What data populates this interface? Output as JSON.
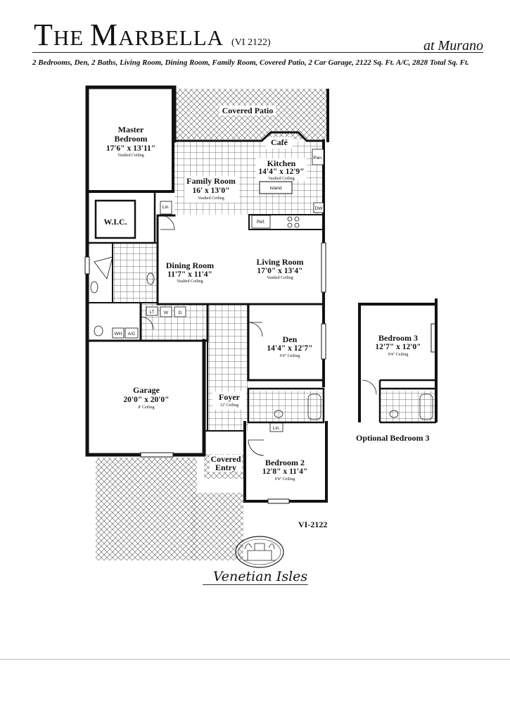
{
  "header": {
    "title_a": "T",
    "title_b": "HE ",
    "title_c": "M",
    "title_d": "ARBELLA",
    "model": "(VI 2122)",
    "community": "at Murano",
    "summary": "2 Bedrooms, Den, 2 Baths, Living Room, Dining Room, Family Room, Covered Patio, 2 Car Garage, 2122 Sq. Ft. A/C, 2828 Total Sq. Ft."
  },
  "rooms": {
    "patio": {
      "name": "Covered Patio"
    },
    "master": {
      "name1": "Master",
      "name2": "Bedroom",
      "dim": "17'6\" x 13'11\"",
      "ceiling": "Vaulted Ceiling"
    },
    "cafe": {
      "name": "Café"
    },
    "kitchen": {
      "name": "Kitchen",
      "dim": "14'4\" x 12'9\"",
      "ceiling": "Vaulted Ceiling",
      "island": "Island"
    },
    "family": {
      "name": "Family Room",
      "dim": "16' x 13'0\"",
      "ceiling": "Vaulted Ceiling"
    },
    "wic": {
      "name": "W.I.C."
    },
    "dining": {
      "name": "Dining Room",
      "dim": "11'7\" x 11'4\"",
      "ceiling": "Vaulted Ceiling"
    },
    "living": {
      "name": "Living Room",
      "dim": "17'0\" x 13'4\"",
      "ceiling": "Vaulted Ceiling"
    },
    "den": {
      "name": "Den",
      "dim": "14'4\" x 12'7\"",
      "ceiling": "9'4\" Ceiling"
    },
    "garage": {
      "name": "Garage",
      "dim": "20'0\" x 20'0\"",
      "ceiling": "8' Ceiling"
    },
    "foyer": {
      "name": "Foyer",
      "ceiling": "12' Ceiling"
    },
    "entry": {
      "name1": "Covered",
      "name2": "Entry"
    },
    "bedroom2": {
      "name": "Bedroom 2",
      "dim": "12'8\" x 11'4\"",
      "ceiling": "9'4\" Ceiling"
    },
    "bedroom3": {
      "name": "Bedroom 3",
      "dim": "12'7\" x 12'0\"",
      "ceiling": "9'4\" Ceiling"
    }
  },
  "fixtures": {
    "lin": "Lin.",
    "lin2": "Lin.",
    "pan": "Pan.",
    "dw": "DW",
    "ref": "Ref.",
    "lt": "LT",
    "w": "W",
    "d": "D",
    "wh": "WH",
    "ac": "A/C"
  },
  "optional_label": "Optional Bedroom 3",
  "model_code": "VI-2122",
  "logo": {
    "name": "Venetian Isles"
  }
}
